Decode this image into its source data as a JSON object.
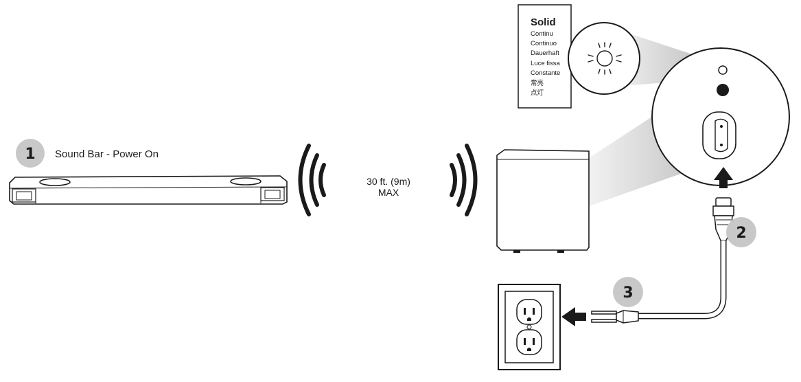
{
  "steps": [
    {
      "number": "1",
      "label": "Sound Bar - Power On"
    },
    {
      "number": "2",
      "label": ""
    },
    {
      "number": "3",
      "label": ""
    }
  ],
  "distance": {
    "line1": "30 ft. (9m)",
    "line2": "MAX"
  },
  "led_legend": {
    "title": "Solid",
    "items": [
      "Continu",
      "Continuo",
      "Dauerhaft",
      "Luce fissa",
      "Constante",
      "常亮",
      "点灯"
    ]
  },
  "icons": [
    "wireless-signal-left-icon",
    "wireless-signal-right-icon",
    "led-light-icon",
    "arrow-up-icon",
    "arrow-left-icon",
    "power-plug-icon",
    "wall-outlet-icon"
  ],
  "colors": {
    "ink": "#1a1a1a",
    "badge": "#c8c8c8",
    "beam": "#d0d0d0"
  }
}
